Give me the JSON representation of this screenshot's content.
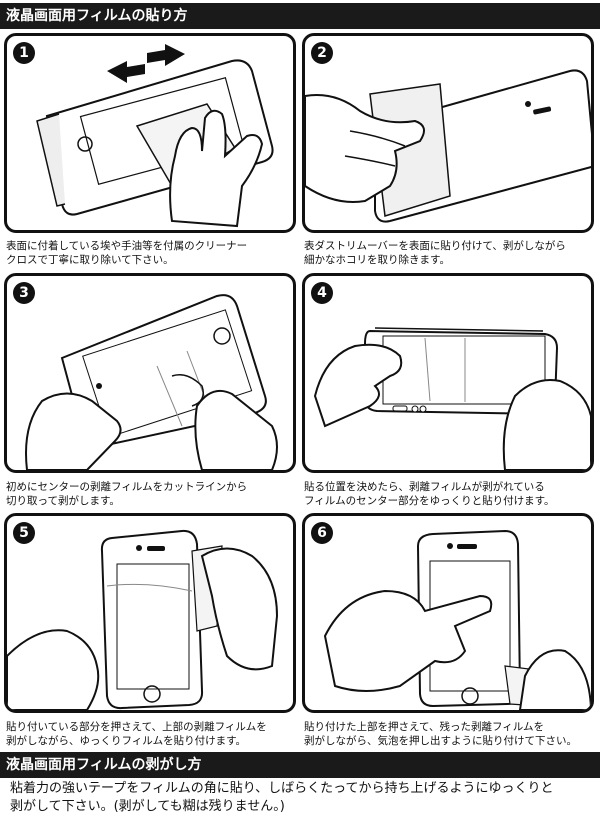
{
  "sections": {
    "apply_title": "液晶画面用フィルムの貼り方",
    "remove_title": "液晶画面用フィルムの剥がし方"
  },
  "steps": [
    {
      "num": "1",
      "caption_line1": "表面に付着している埃や手油等を付属のクリーナー",
      "caption_line2": "クロスで丁寧に取り除いて下さい。"
    },
    {
      "num": "2",
      "caption_line1": "表ダストリムーバーを表面に貼り付けて、剥がしながら",
      "caption_line2": "細かなホコリを取り除きます。"
    },
    {
      "num": "3",
      "caption_line1": "初めにセンターの剥離フィルムをカットラインから",
      "caption_line2": "切り取って剥がします。"
    },
    {
      "num": "4",
      "caption_line1": "貼る位置を決めたら、剥離フィルムが剥がれている",
      "caption_line2": "フィルムのセンター部分をゆっくりと貼り付けます。"
    },
    {
      "num": "5",
      "caption_line1": "貼り付いている部分を押さえて、上部の剥離フィルムを",
      "caption_line2": "剥がしながら、ゆっくりフィルムを貼り付けます。"
    },
    {
      "num": "6",
      "caption_line1": "貼り付けた上部を押さえて、残った剥離フィルムを",
      "caption_line2": "剥がしながら、気泡を押し出すように貼り付けて下さい。"
    }
  ],
  "removal": {
    "line1": "粘着力の強いテープをフィルムの角に貼り、しばらくたってから持ち上げるようにゆっくりと",
    "line2": "剥がして下さい。(剥がしても糊は残りません。)"
  }
}
